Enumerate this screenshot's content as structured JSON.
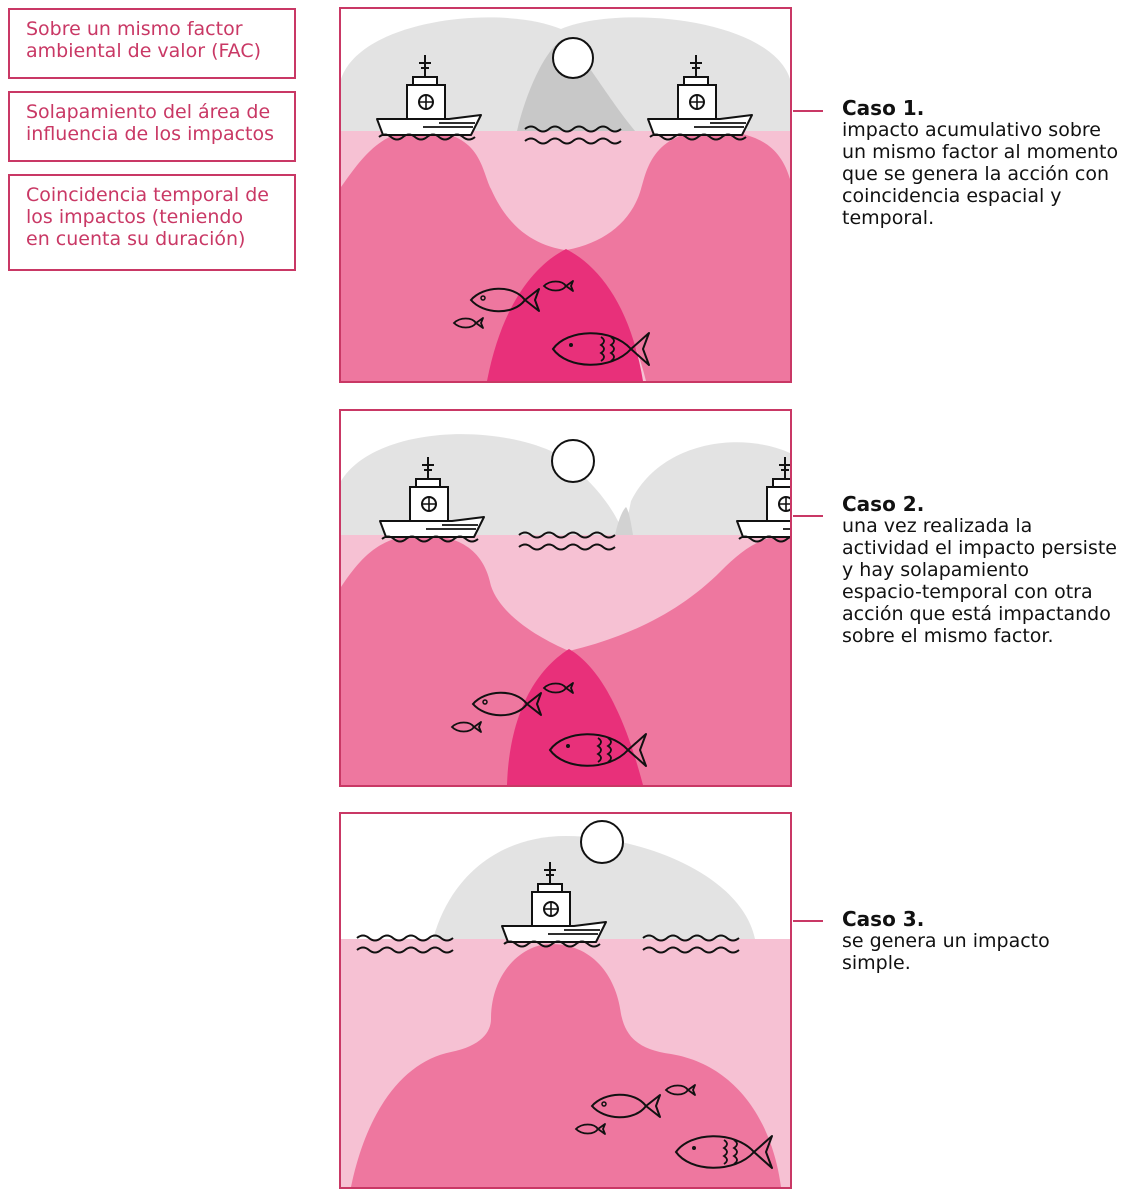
{
  "criteria": [
    "Sobre un mismo factor ambiental de valor (FAC)",
    "Solapamiento del área de influencia de los impactos",
    "Coincidencia temporal de los impactos (teniendo en cuenta su duración)"
  ],
  "criteria_lines": [
    [
      "Sobre un mismo factor",
      "ambiental de valor (FAC)"
    ],
    [
      "Solapamiento del área de",
      "influencia de los impactos"
    ],
    [
      "Coincidencia temporal de",
      "los impactos (teniendo",
      "en cuenta su duración)"
    ]
  ],
  "cases": [
    {
      "title": "Caso 1.",
      "lines": [
        "impacto acumulativo sobre",
        "un mismo factor al momento",
        "que se genera la acción con",
        "coincidencia espacial y",
        "temporal."
      ]
    },
    {
      "title": "Caso 2.",
      "lines": [
        "una vez realizada la",
        "actividad el impacto persiste",
        "y hay solapamiento",
        "espacio-temporal con otra",
        "acción que está impactando",
        "sobre el mismo factor."
      ]
    },
    {
      "title": "Caso 3.",
      "lines": [
        "se genera un impacto",
        "simple."
      ]
    }
  ],
  "colors": {
    "border": "#c93865",
    "sky_gray": "#e3e3e3",
    "sky_gray_dark": "#c6c6c6",
    "water_light": "#f6c1d3",
    "impact": "#ee779f",
    "impact_overlap": "#e8307a"
  },
  "icons": [
    "ship-icon",
    "sun-icon",
    "wave-icon",
    "fish-icon"
  ]
}
